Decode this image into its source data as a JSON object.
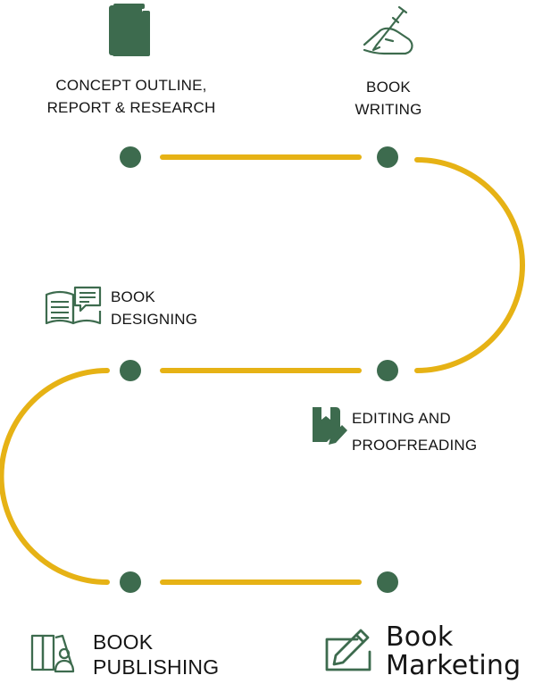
{
  "colors": {
    "track": "#e6b215",
    "node": "#3d6b4e",
    "icon": "#3d6b4e",
    "text": "#151515"
  },
  "steps": [
    {
      "id": "concept",
      "lines": [
        "CONCEPT OUTLINE,",
        "REPORT & RESEARCH"
      ],
      "icon": "book-icon"
    },
    {
      "id": "writing",
      "lines": [
        "BOOK",
        "WRITING"
      ],
      "icon": "pen-in-hand-icon"
    },
    {
      "id": "editing",
      "lines": [
        "EDITING AND",
        "PROOFREADING"
      ],
      "icon": "book-edit-icon"
    },
    {
      "id": "designing",
      "lines": [
        "BOOK",
        "DESIGNING"
      ],
      "icon": "open-book-chat-icon"
    },
    {
      "id": "publishing",
      "lines": [
        "BOOK",
        "PUBLISHING"
      ],
      "icon": "book-reader-icon"
    },
    {
      "id": "marketing",
      "lines": [
        "Book",
        "Marketing"
      ],
      "icon": "edit-square-icon"
    }
  ]
}
